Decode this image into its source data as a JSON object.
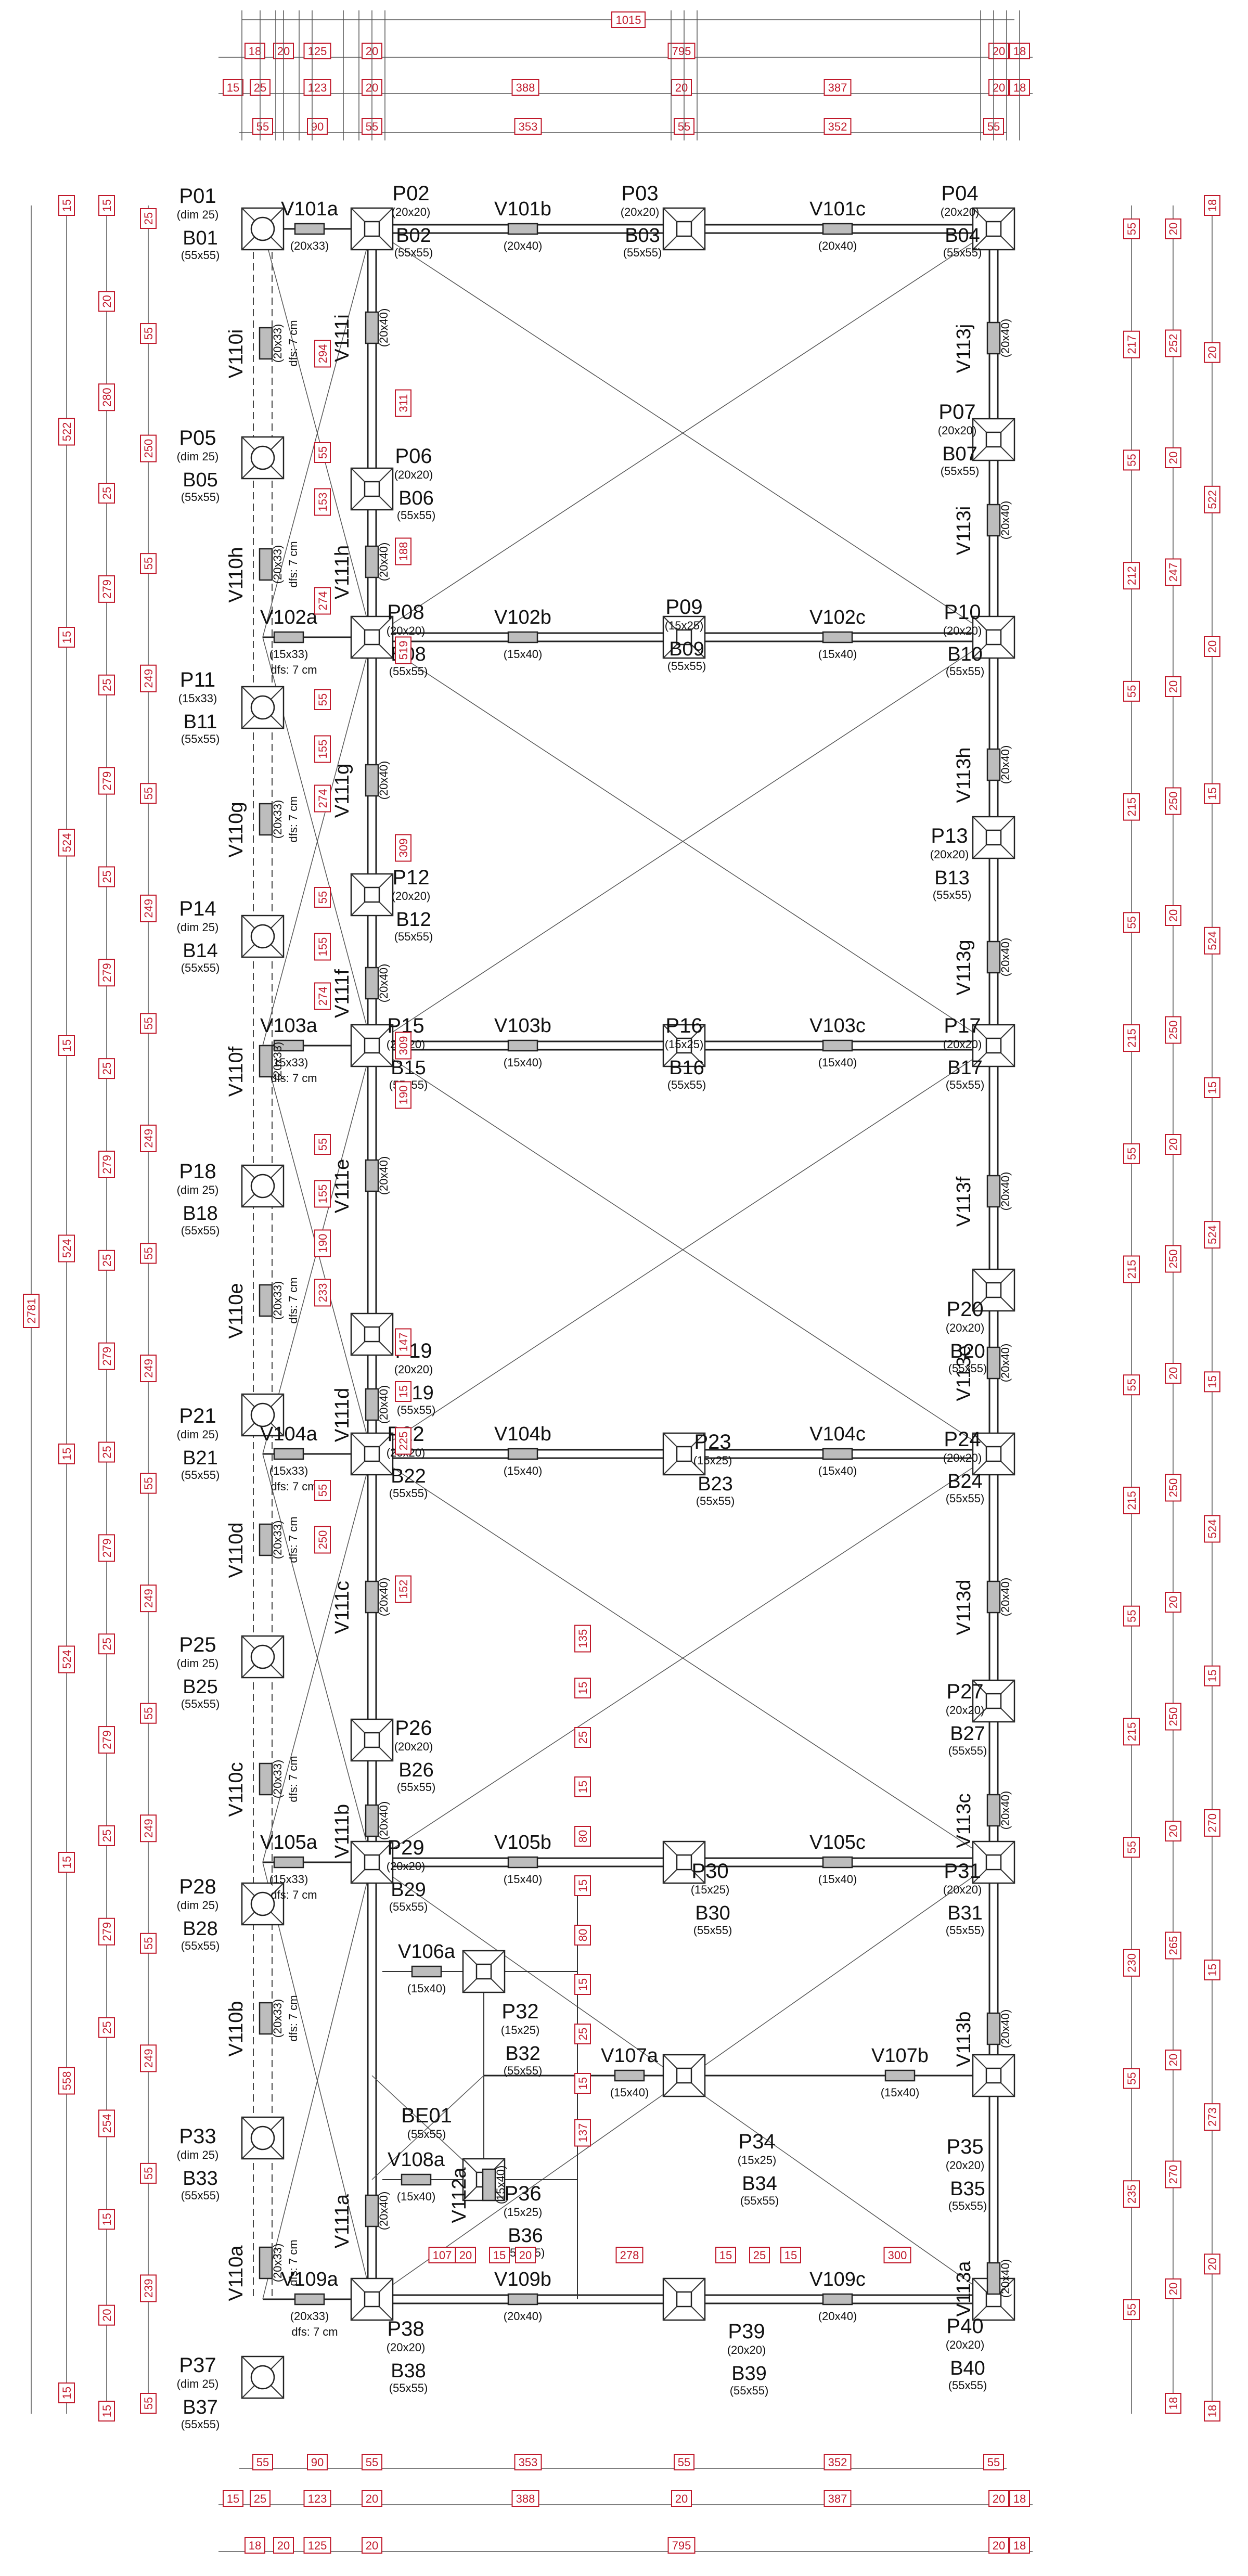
{
  "labels": [
    {
      "id": "P01",
      "sub": "(dim 25)",
      "b": "B01",
      "bsub": "(55x55)"
    },
    {
      "id": "P02",
      "sub": "(20x20)",
      "b": "B02",
      "bsub": "(55x55)"
    },
    {
      "id": "P03",
      "sub": "(20x20)",
      "b": "B03",
      "bsub": "(55x55)"
    },
    {
      "id": "P04",
      "sub": "(20x20)",
      "b": "B04",
      "bsub": "(55x55)"
    },
    {
      "id": "P05",
      "sub": "(dim 25)",
      "b": "B05",
      "bsub": "(55x55)"
    },
    {
      "id": "P06",
      "sub": "(20x20)",
      "b": "B06",
      "bsub": "(55x55)"
    },
    {
      "id": "P07",
      "sub": "(20x20)",
      "b": "B07",
      "bsub": "(55x55)"
    },
    {
      "id": "P08",
      "sub": "(20x20)",
      "b": "B08",
      "bsub": "(55x55)"
    },
    {
      "id": "P09",
      "sub": "(15x25)",
      "b": "B09",
      "bsub": "(55x55)"
    },
    {
      "id": "P10",
      "sub": "(20x20)",
      "b": "B10",
      "bsub": "(55x55)"
    },
    {
      "id": "P11",
      "sub": "(15x33)",
      "b": "B11",
      "bsub": "(55x55)"
    },
    {
      "id": "P12",
      "sub": "(20x20)",
      "b": "B12",
      "bsub": "(55x55)"
    },
    {
      "id": "P13",
      "sub": "(20x20)",
      "b": "B13",
      "bsub": "(55x55)"
    },
    {
      "id": "P14",
      "sub": "(dim 25)",
      "b": "B14",
      "bsub": "(55x55)"
    },
    {
      "id": "P15",
      "sub": "(20x20)",
      "b": "B15",
      "bsub": "(55x55)"
    },
    {
      "id": "P16",
      "sub": "(15x25)",
      "b": "B16",
      "bsub": "(55x55)"
    },
    {
      "id": "P17",
      "sub": "(20x20)",
      "b": "B17",
      "bsub": "(55x55)"
    },
    {
      "id": "P18",
      "sub": "(dim 25)",
      "b": "B18",
      "bsub": "(55x55)"
    },
    {
      "id": "P19",
      "sub": "(20x20)",
      "b": "B19",
      "bsub": "(55x55)"
    },
    {
      "id": "P20",
      "sub": "(20x20)",
      "b": "B20",
      "bsub": "(55x55)"
    },
    {
      "id": "P21",
      "sub": "(dim 25)",
      "b": "B21",
      "bsub": "(55x55)"
    },
    {
      "id": "P22",
      "sub": "(20x20)",
      "b": "B22",
      "bsub": "(55x55)"
    },
    {
      "id": "P23",
      "sub": "(15x25)",
      "b": "B23",
      "bsub": "(55x55)"
    },
    {
      "id": "P24",
      "sub": "(20x20)",
      "b": "B24",
      "bsub": "(55x55)"
    },
    {
      "id": "P25",
      "sub": "(dim 25)",
      "b": "B25",
      "bsub": "(55x55)"
    },
    {
      "id": "P26",
      "sub": "(20x20)",
      "b": "B26",
      "bsub": "(55x55)"
    },
    {
      "id": "P27",
      "sub": "(20x20)",
      "b": "B27",
      "bsub": "(55x55)"
    },
    {
      "id": "P28",
      "sub": "(dim 25)",
      "b": "B28",
      "bsub": "(55x55)"
    },
    {
      "id": "P29",
      "sub": "(20x20)",
      "b": "B29",
      "bsub": "(55x55)"
    },
    {
      "id": "P30",
      "sub": "(15x25)",
      "b": "B30",
      "bsub": "(55x55)"
    },
    {
      "id": "P31",
      "sub": "(20x20)",
      "b": "B31",
      "bsub": "(55x55)"
    },
    {
      "id": "P32",
      "sub": "(15x25)",
      "b": "B32",
      "bsub": "(55x55)"
    },
    {
      "id": "P33",
      "sub": "(dim 25)",
      "b": "B33",
      "bsub": "(55x55)"
    },
    {
      "id": "P34",
      "sub": "(15x25)",
      "b": "B34",
      "bsub": "(55x55)"
    },
    {
      "id": "P35",
      "sub": "(20x20)",
      "b": "B35",
      "bsub": "(55x55)"
    },
    {
      "id": "P36",
      "sub": "(15x25)",
      "b": "B36",
      "bsub": "(55x55)"
    },
    {
      "id": "P37",
      "sub": "(dim 25)",
      "b": "B37",
      "bsub": "(55x55)"
    },
    {
      "id": "P38",
      "sub": "(20x20)",
      "b": "B38",
      "bsub": "(55x55)"
    },
    {
      "id": "P39",
      "sub": "(20x20)",
      "b": "B39",
      "bsub": "(55x55)"
    },
    {
      "id": "P40",
      "sub": "(20x20)",
      "b": "B40",
      "bsub": "(55x55)"
    },
    {
      "id": "BE01",
      "sub": "(55x55)",
      "b": "",
      "bsub": ""
    }
  ],
  "beams_h": [
    {
      "id": "V101a",
      "sec": "(20x33)"
    },
    {
      "id": "V101b",
      "sec": "(20x40)"
    },
    {
      "id": "V101c",
      "sec": "(20x40)"
    },
    {
      "id": "V102a",
      "sec": "(15x33)",
      "note": "dfs: 7 cm"
    },
    {
      "id": "V102b",
      "sec": "(15x40)"
    },
    {
      "id": "V102c",
      "sec": "(15x40)"
    },
    {
      "id": "V103a",
      "sec": "(15x33)",
      "note": "dfs: 7 cm"
    },
    {
      "id": "V103b",
      "sec": "(15x40)"
    },
    {
      "id": "V103c",
      "sec": "(15x40)"
    },
    {
      "id": "V104a",
      "sec": "(15x33)",
      "note": "dfs: 7 cm"
    },
    {
      "id": "V104b",
      "sec": "(15x40)"
    },
    {
      "id": "V104c",
      "sec": "(15x40)"
    },
    {
      "id": "V105a",
      "sec": "(15x33)",
      "note": "dfs: 7 cm"
    },
    {
      "id": "V105b",
      "sec": "(15x40)"
    },
    {
      "id": "V105c",
      "sec": "(15x40)"
    },
    {
      "id": "V106a",
      "sec": "(15x40)"
    },
    {
      "id": "V107a",
      "sec": "(15x40)"
    },
    {
      "id": "V107b",
      "sec": "(15x40)"
    },
    {
      "id": "V108a",
      "sec": "(15x40)"
    },
    {
      "id": "V109a",
      "sec": "(20x33)",
      "note": "dfs: 7 cm"
    },
    {
      "id": "V109b",
      "sec": "(20x40)"
    },
    {
      "id": "V109c",
      "sec": "(20x40)"
    }
  ],
  "beams_v": [
    {
      "id": "V110i",
      "sec": "(20x33)",
      "note": "dfs: 7 cm"
    },
    {
      "id": "V110h",
      "sec": "(20x33)",
      "note": "dfs: 7 cm"
    },
    {
      "id": "V110g",
      "sec": "(20x33)",
      "note": "dfs: 7 cm"
    },
    {
      "id": "V110f",
      "sec": "(20x33)"
    },
    {
      "id": "V110e",
      "sec": "(20x33)",
      "note": "dfs: 7 cm"
    },
    {
      "id": "V110d",
      "sec": "(20x33)",
      "note": "dfs: 7 cm"
    },
    {
      "id": "V110c",
      "sec": "(20x33)",
      "note": "dfs: 7 cm"
    },
    {
      "id": "V110b",
      "sec": "(20x33)",
      "note": "dfs: 7 cm"
    },
    {
      "id": "V110a",
      "sec": "(20x33)",
      "note": "dfs: 7 cm"
    },
    {
      "id": "V111i",
      "sec": "(20x40)"
    },
    {
      "id": "V111h",
      "sec": "(20x40)"
    },
    {
      "id": "V111g",
      "sec": "(20x40)"
    },
    {
      "id": "V111f",
      "sec": "(20x40)"
    },
    {
      "id": "V111e",
      "sec": "(20x40)"
    },
    {
      "id": "V111d",
      "sec": "(20x40)"
    },
    {
      "id": "V111c",
      "sec": "(20x40)"
    },
    {
      "id": "V111b",
      "sec": "(20x40)"
    },
    {
      "id": "V111a",
      "sec": "(20x40)"
    },
    {
      "id": "V112a",
      "sec": "(15x40)"
    },
    {
      "id": "V113j",
      "sec": "(20x40)"
    },
    {
      "id": "V113i",
      "sec": "(20x40)"
    },
    {
      "id": "V113h",
      "sec": "(20x40)"
    },
    {
      "id": "V113g",
      "sec": "(20x40)"
    },
    {
      "id": "V113f",
      "sec": "(20x40)"
    },
    {
      "id": "V113e",
      "sec": "(20x40)"
    },
    {
      "id": "V113d",
      "sec": "(20x40)"
    },
    {
      "id": "V113c",
      "sec": "(20x40)"
    },
    {
      "id": "V113b",
      "sec": "(20x40)"
    },
    {
      "id": "V113a",
      "sec": "(20x40)"
    }
  ],
  "dims_top": {
    "row1": [
      "1015"
    ],
    "row2": [
      "18",
      "20",
      "125",
      "20",
      "795",
      "20",
      "18"
    ],
    "row3": [
      "15",
      "25",
      "123",
      "20",
      "388",
      "20",
      "387",
      "20",
      "18"
    ],
    "row4": [
      "55",
      "90",
      "55",
      "353",
      "55",
      "352",
      "55"
    ]
  },
  "dims_bottom": {
    "row1": [
      "55",
      "90",
      "55",
      "353",
      "55",
      "352",
      "55"
    ],
    "row2": [
      "15",
      "25",
      "123",
      "20",
      "388",
      "20",
      "387",
      "20",
      "18"
    ],
    "row3": [
      "18",
      "20",
      "125",
      "20",
      "795",
      "20",
      "18"
    ]
  },
  "dims_left": {
    "total": "2781",
    "c1": [
      "15",
      "522",
      "15",
      "524",
      "15",
      "524",
      "15",
      "524",
      "15",
      "558",
      "15"
    ],
    "c2": [
      "15",
      "20",
      "280",
      "25",
      "279",
      "25",
      "279",
      "25",
      "279",
      "25",
      "279",
      "25",
      "279",
      "25",
      "279",
      "25",
      "279",
      "25",
      "279",
      "25",
      "254",
      "15",
      "20",
      "15"
    ],
    "c3": [
      "25",
      "55",
      "250",
      "55",
      "249",
      "55",
      "249",
      "55",
      "249",
      "55",
      "249",
      "55",
      "249",
      "55",
      "249",
      "55",
      "249",
      "55",
      "239",
      "55"
    ]
  },
  "dims_right": {
    "c1": [
      "55",
      "217",
      "55",
      "212",
      "55",
      "215",
      "55",
      "215",
      "55",
      "215",
      "55",
      "215",
      "55",
      "215",
      "55",
      "230",
      "55",
      "235",
      "55"
    ],
    "c2": [
      "20",
      "252",
      "20",
      "247",
      "20",
      "250",
      "20",
      "250",
      "20",
      "250",
      "20",
      "250",
      "20",
      "250",
      "20",
      "265",
      "20",
      "270",
      "20",
      "18"
    ],
    "c3": [
      "18",
      "20",
      "522",
      "20",
      "15",
      "524",
      "15",
      "524",
      "15",
      "524",
      "15",
      "270",
      "15",
      "273",
      "20",
      "18"
    ]
  },
  "dims_inner": [
    "294",
    "311",
    "55",
    "153",
    "188",
    "274",
    "519",
    "55",
    "155",
    "274",
    "309",
    "55",
    "155",
    "274",
    "309",
    "190",
    "55",
    "155",
    "190",
    "233",
    "147",
    "15",
    "225",
    "55",
    "250",
    "152",
    "135",
    "15",
    "25",
    "15",
    "80",
    "15",
    "80",
    "15",
    "25",
    "15",
    "137",
    "107",
    "20",
    "15",
    "20",
    "278",
    "15",
    "25",
    "15",
    "300"
  ]
}
